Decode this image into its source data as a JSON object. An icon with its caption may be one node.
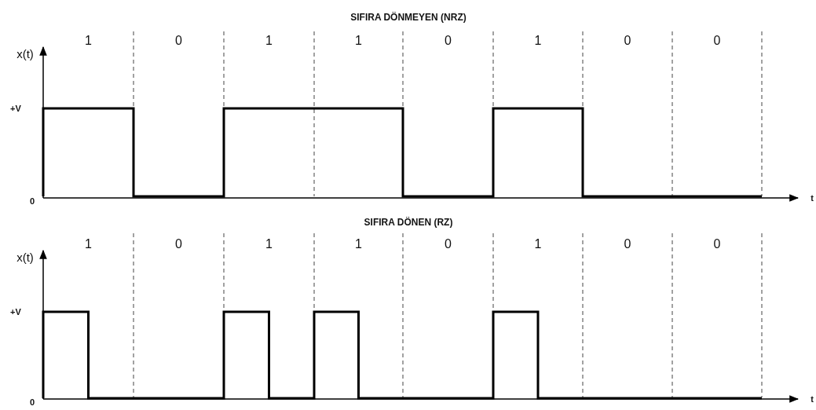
{
  "diagram": {
    "labels": [
      "SIFIRA DÖNMEYEN (NRZ)",
      "1",
      "0",
      "1",
      "1",
      "0",
      "1",
      "0",
      "0",
      "x(t)",
      "+V",
      "0",
      "t",
      "SIFIRA DÖNEN (RZ)",
      "1",
      "0",
      "1",
      "1",
      "0",
      "1",
      "0",
      "0",
      "x(t)",
      "+V",
      "0",
      "t"
    ]
  }
}
